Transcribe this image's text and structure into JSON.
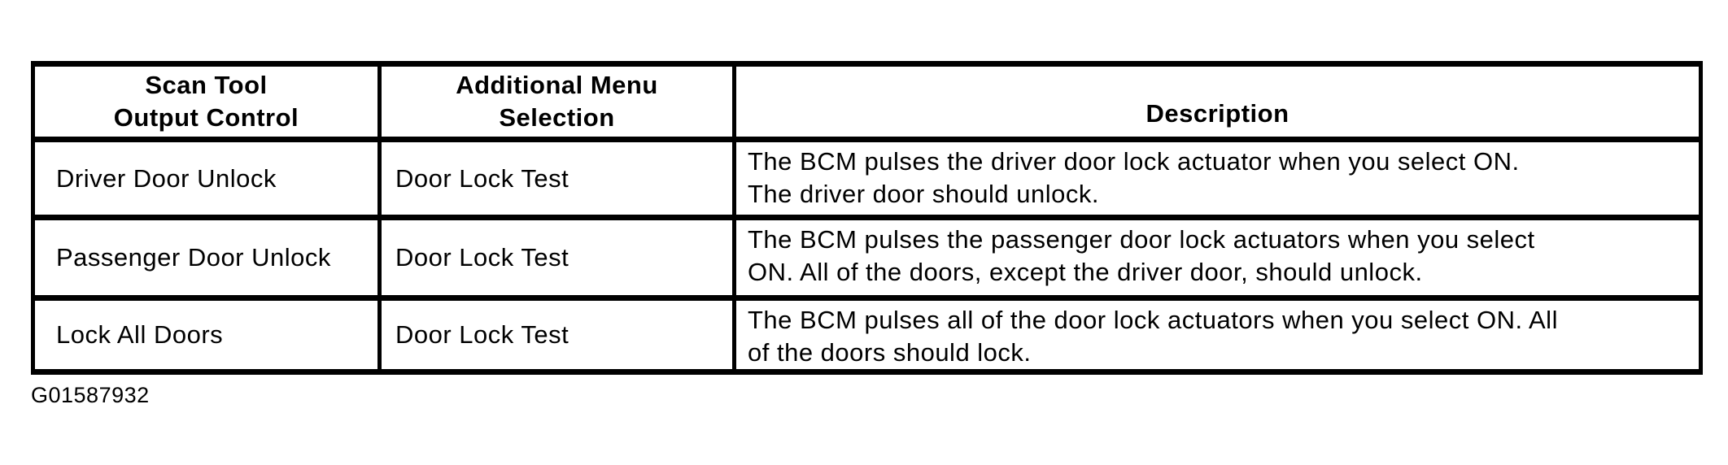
{
  "colors": {
    "text": "#000000",
    "border": "#000000",
    "background": "#ffffff"
  },
  "table": {
    "headers": [
      {
        "label": "Scan Tool\nOutput Control"
      },
      {
        "label": "Additional Menu\nSelection"
      },
      {
        "label": "Description"
      }
    ],
    "rows": [
      {
        "output_control": "Driver Door Unlock",
        "menu_selection": "Door Lock Test",
        "description": "The BCM pulses the driver door lock actuator when you select ON.\nThe driver door should unlock."
      },
      {
        "output_control": "Passenger Door Unlock",
        "menu_selection": "Door Lock Test",
        "description": "The BCM pulses the passenger door lock actuators when you select\nON. All of the doors, except the driver door, should unlock."
      },
      {
        "output_control": "Lock All Doors",
        "menu_selection": "Door Lock Test",
        "description": "The BCM pulses all of the door lock actuators when you select ON. All\nof the doors should lock."
      }
    ]
  },
  "figure": {
    "id": "G01587932"
  }
}
